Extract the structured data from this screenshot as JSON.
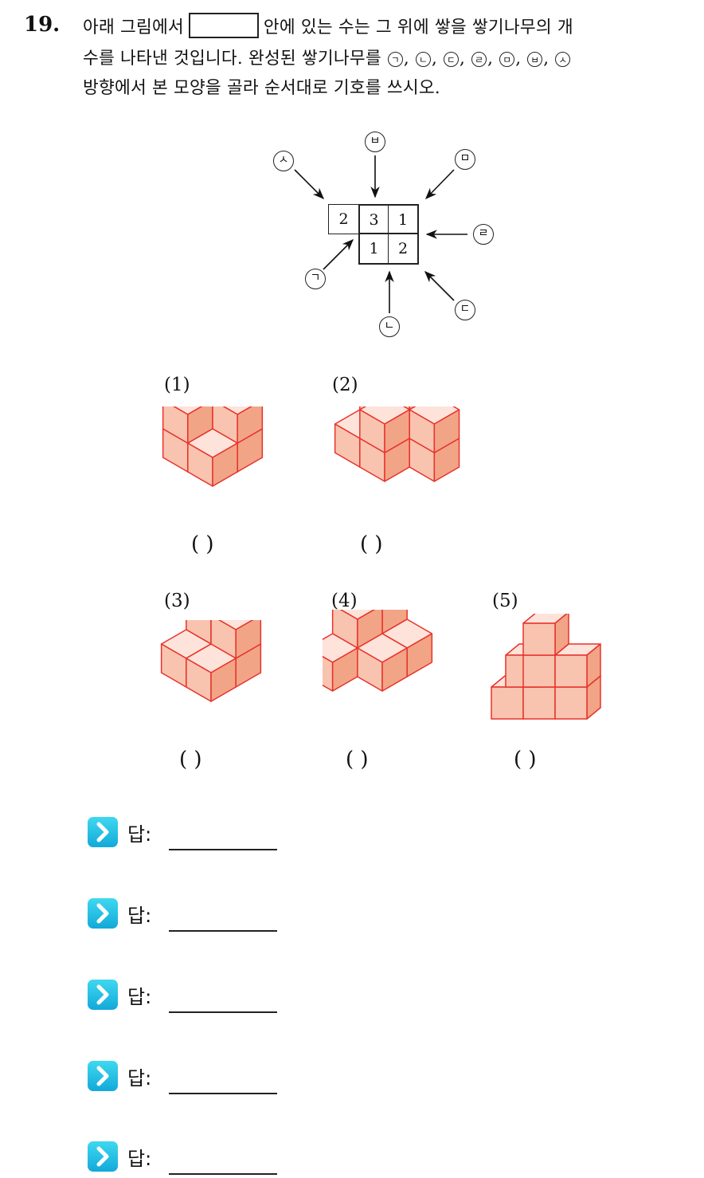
{
  "question": {
    "number": "19.",
    "line1_a": "아래 그림에서",
    "line1_b": "안에 있는 수는 그 위에 쌓을 쌓기나무의 개",
    "line2_a": "수를 나타낸 것입니다. 완성된 쌓기나무를",
    "line2_marks": [
      "ㄱ",
      "ㄴ",
      "ㄷ",
      "ㄹ",
      "ㅁ",
      "ㅂ",
      "ㅅ"
    ],
    "line3": "방향에서 본 모양을 골라 순서대로 기호를 쓰시오."
  },
  "map": {
    "cells": [
      {
        "row": 0,
        "col": 0,
        "value": "2",
        "boxed": false
      },
      {
        "row": 0,
        "col": 1,
        "value": "3",
        "boxed": true
      },
      {
        "row": 0,
        "col": 2,
        "value": "1",
        "boxed": true
      },
      {
        "row": 1,
        "col": 1,
        "value": "1",
        "boxed": true
      },
      {
        "row": 1,
        "col": 2,
        "value": "2",
        "boxed": true
      }
    ],
    "directions": {
      "giyeok": "ㄱ",
      "nieun": "ㄴ",
      "digeut": "ㄷ",
      "rieul": "ㄹ",
      "mieum": "ㅁ",
      "bieup": "ㅂ",
      "siot": "ㅅ"
    }
  },
  "figures": [
    {
      "label": "(1)",
      "answer_parens": "(      )"
    },
    {
      "label": "(2)",
      "answer_parens": "(      )"
    },
    {
      "label": "(3)",
      "answer_parens": "(      )"
    },
    {
      "label": "(4)",
      "answer_parens": "(      )"
    },
    {
      "label": "(5)",
      "answer_parens": "(      )"
    }
  ],
  "answers": [
    {
      "label": "답:"
    },
    {
      "label": "답:"
    },
    {
      "label": "답:"
    },
    {
      "label": "답:"
    },
    {
      "label": "답:"
    }
  ],
  "colors": {
    "cube_edge": "#e8322a",
    "cube_top": "#fde3da",
    "cube_left": "#f8c4b0",
    "cube_right": "#f2a487",
    "answer_icon": "#19b4df"
  }
}
